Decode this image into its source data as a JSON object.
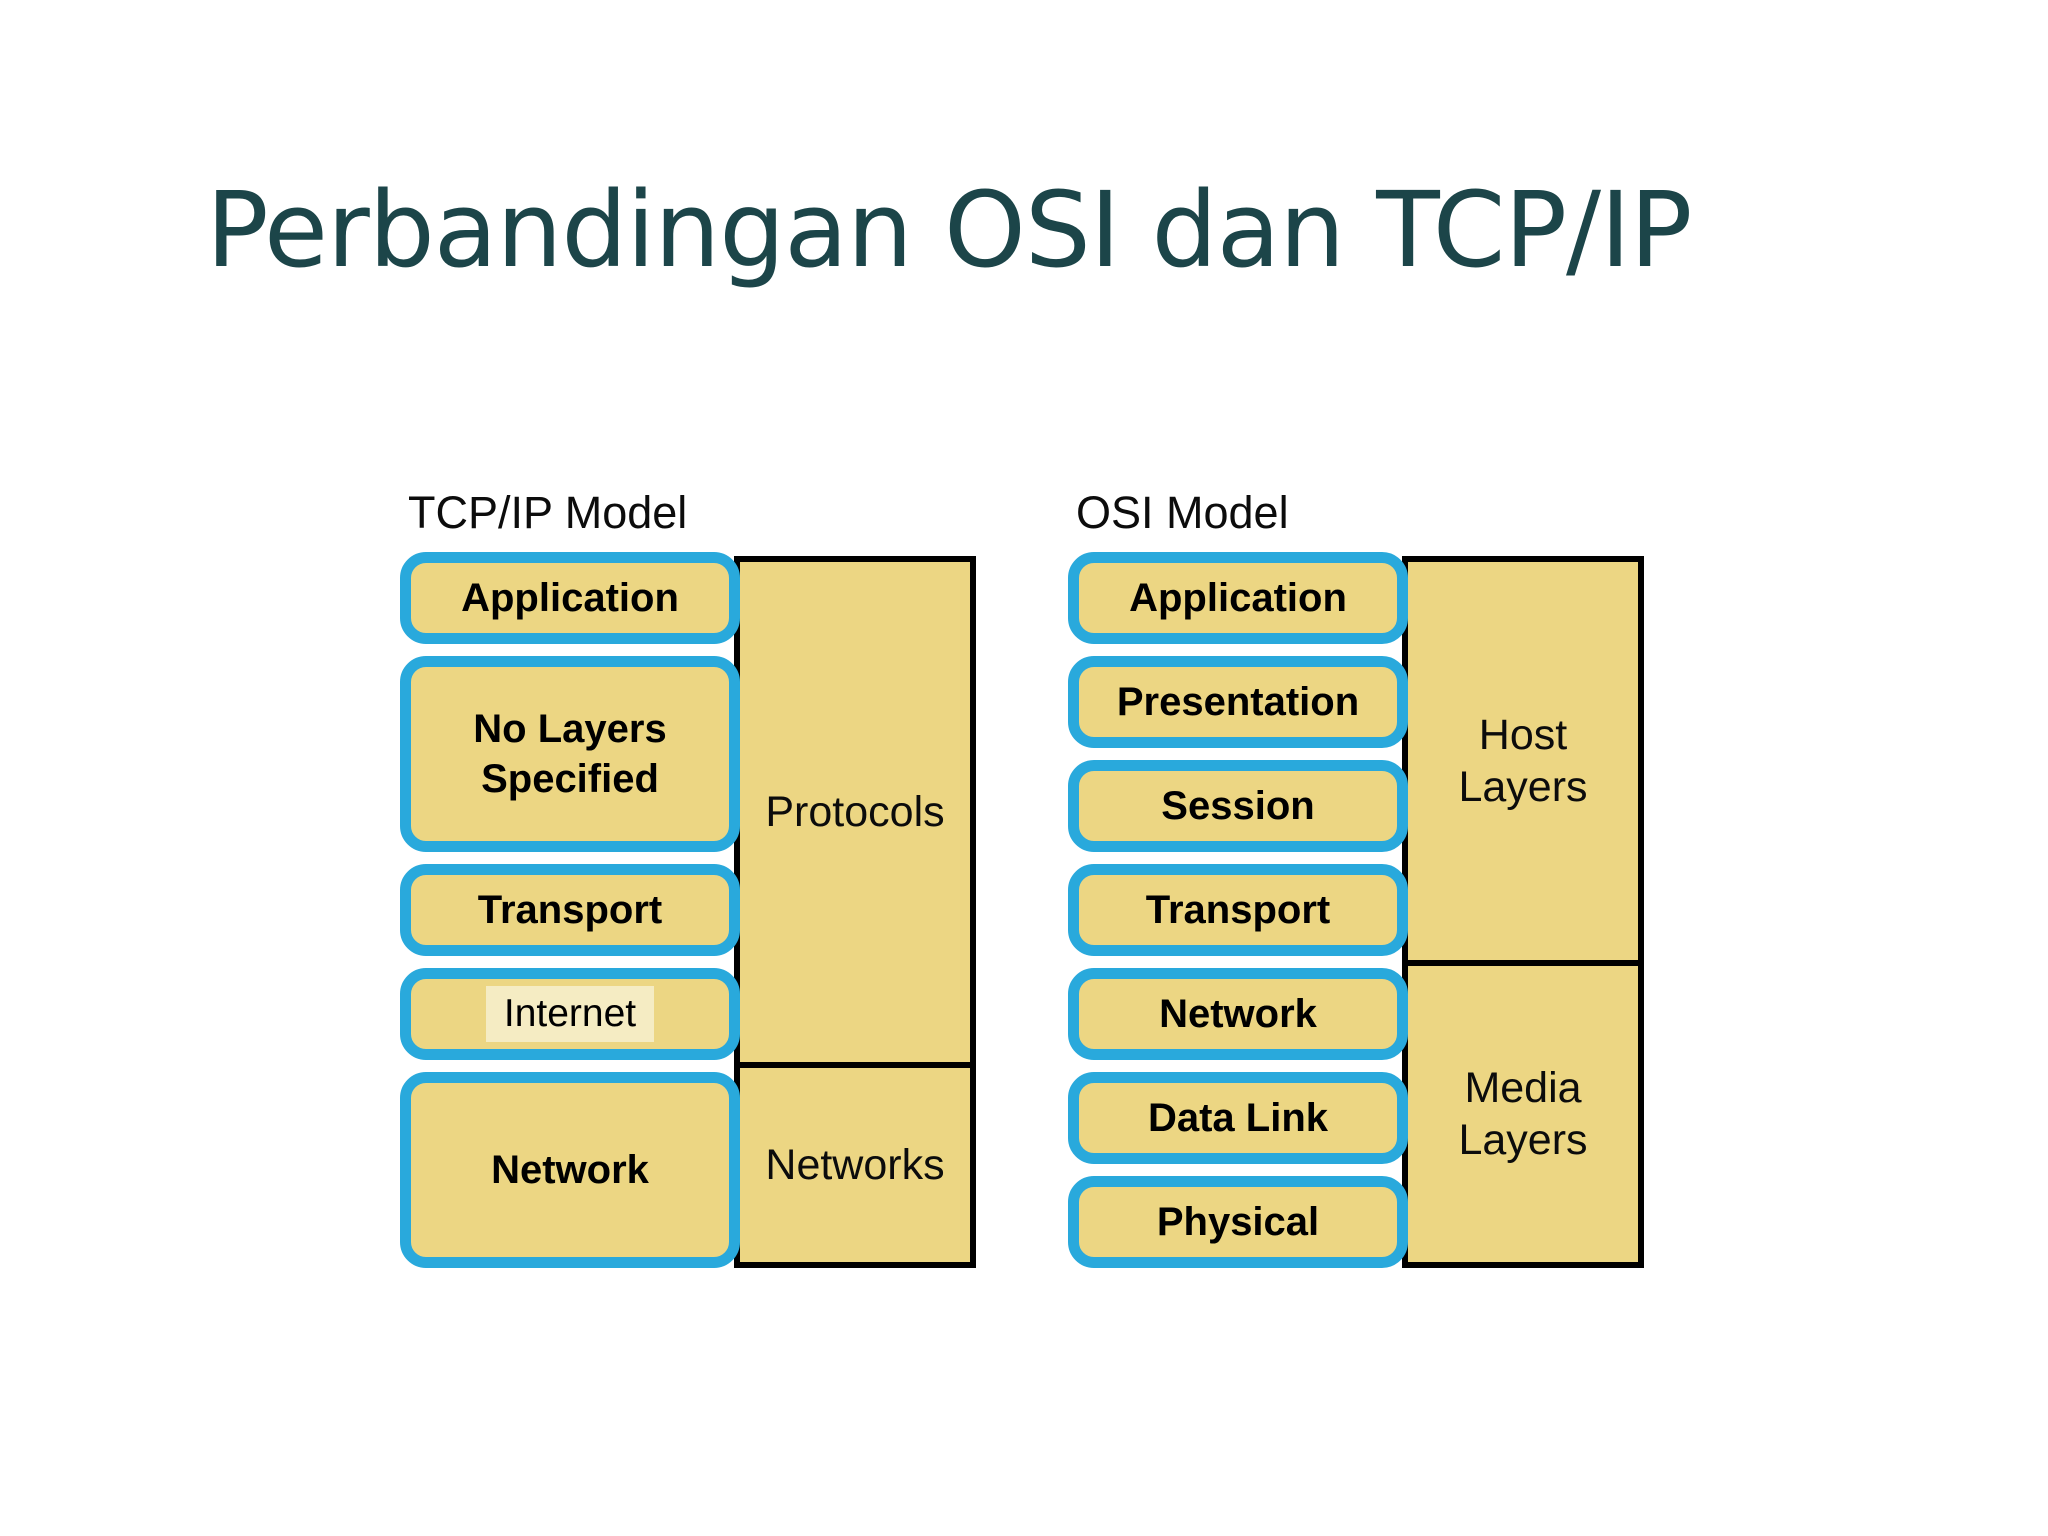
{
  "slide": {
    "title": "Perbandingan OSI dan TCP/IP"
  },
  "colors": {
    "title": "#1c4549",
    "cyan": "#29a9dc",
    "tan": "#ecd683",
    "highlight": "#f5ecc3",
    "line": "#000000"
  },
  "tcpip": {
    "model_label": "TCP/IP Model",
    "layers": [
      {
        "label": "Application",
        "span": 1
      },
      {
        "label": "No Layers Specified",
        "span": 2
      },
      {
        "label": "Transport",
        "span": 1
      },
      {
        "label": "Internet",
        "span": 1,
        "highlighted": true
      },
      {
        "label": "Network",
        "span": 2
      }
    ],
    "panel": {
      "top_label": "Protocols",
      "bottom_label": "Networks"
    }
  },
  "osi": {
    "model_label": "OSI Model",
    "layers": [
      {
        "label": "Application"
      },
      {
        "label": "Presentation"
      },
      {
        "label": "Session"
      },
      {
        "label": "Transport"
      },
      {
        "label": "Network"
      },
      {
        "label": "Data Link"
      },
      {
        "label": "Physical"
      }
    ],
    "panel": {
      "top_label": "Host Layers",
      "bottom_label": "Media Layers"
    }
  }
}
